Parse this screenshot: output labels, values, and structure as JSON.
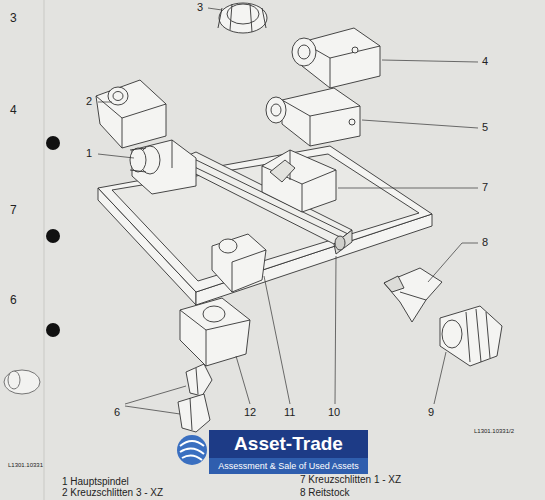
{
  "diagram": {
    "nodes": [
      {
        "text": [
          "Asset-Trade",
          "Assessment & Sale of Used Assets"
        ]
      }
    ],
    "labels": [
      "3",
      "4",
      "7",
      "6",
      "3",
      "4",
      "2",
      "5",
      "1",
      "7",
      "8",
      "6",
      "12",
      "11",
      "10",
      "9",
      "L1301.10331/2",
      "L1301.10331",
      "1 Hauptspindel",
      "2 Kreuzschlitten 3 - XZ",
      "7 Kreuzschlitten 1 - XZ",
      "8 Reitstock"
    ]
  }
}
